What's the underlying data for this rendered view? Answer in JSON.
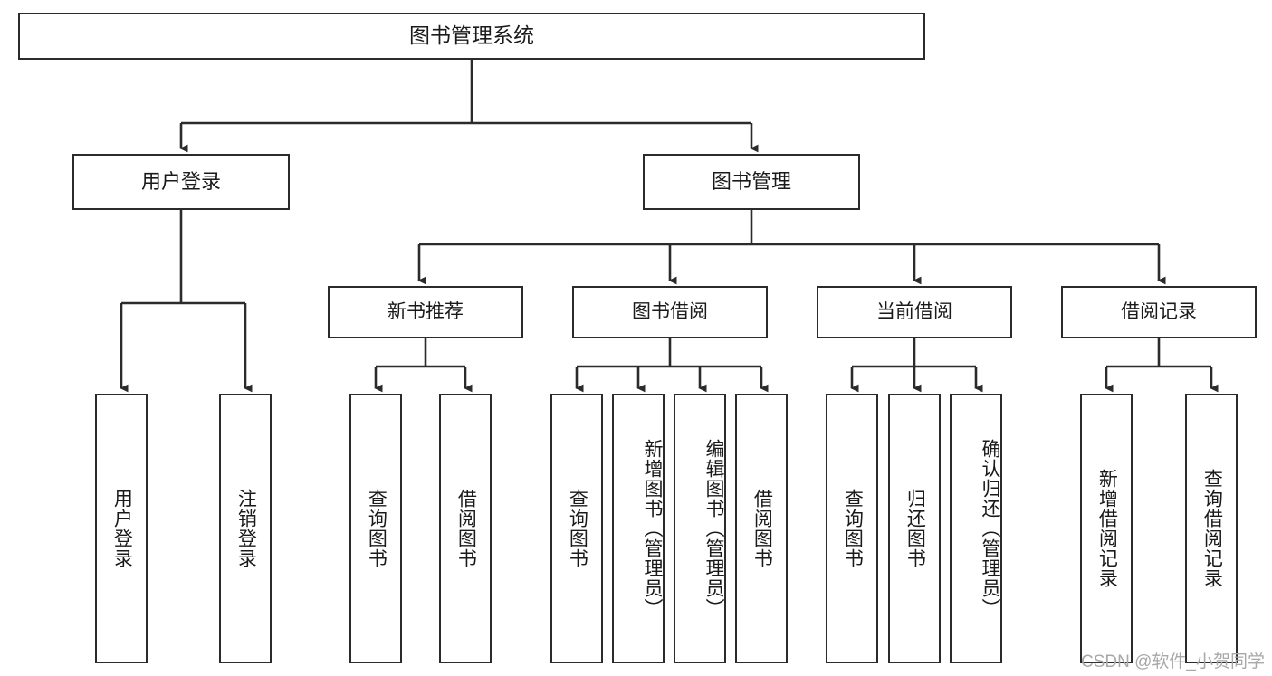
{
  "diagram": {
    "title": "图书管理系统",
    "watermark": "CSDN @软件_小贺同学",
    "root": {
      "label": "图书管理系统"
    },
    "level2": [
      {
        "label": "用户登录"
      },
      {
        "label": "图书管理"
      }
    ],
    "level3": [
      {
        "label": "新书推荐"
      },
      {
        "label": "图书借阅"
      },
      {
        "label": "当前借阅"
      },
      {
        "label": "借阅记录"
      }
    ],
    "leaves": {
      "user_login": [
        {
          "label": "用户登录"
        },
        {
          "label": "注销登录"
        }
      ],
      "new_book_recommend": [
        {
          "label": "查询图书"
        },
        {
          "label": "借阅图书"
        }
      ],
      "book_borrow": [
        {
          "label": "查询图书"
        },
        {
          "label": "新增图书（管理员）"
        },
        {
          "label": "编辑图书（管理员）"
        },
        {
          "label": "借阅图书"
        }
      ],
      "current_borrow": [
        {
          "label": "查询图书"
        },
        {
          "label": "归还图书"
        },
        {
          "label": "确认归还（管理员）"
        }
      ],
      "borrow_record": [
        {
          "label": "新增借阅记录"
        },
        {
          "label": "查询借阅记录"
        }
      ]
    },
    "colors": {
      "stroke": "#2b2b2b",
      "fill": "#ffffff",
      "text": "#1a1a1a",
      "watermark": "#a8a8a8"
    }
  }
}
